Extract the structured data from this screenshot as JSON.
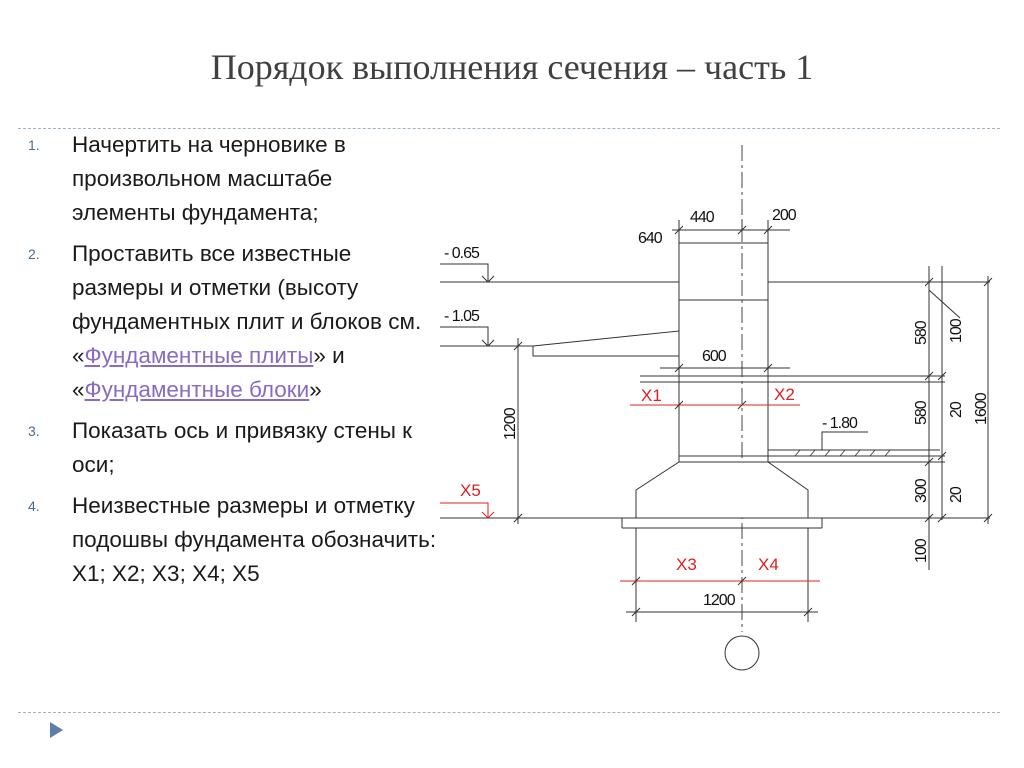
{
  "slide": {
    "title": "Порядок выполнения сечения – часть 1",
    "items": [
      {
        "num": "1.",
        "text": "Начертить  на черновике в произвольном масштабе элементы фундамента;"
      },
      {
        "num": "2.",
        "text_before": "Проставить все известные размеры и отметки (высоту фундаментных плит и блоков см. «",
        "link1": "Фундаментные плиты",
        "text_mid": "» и «",
        "link2": "Фундаментные блоки",
        "text_after": "»"
      },
      {
        "num": "3.",
        "text": "Показать ось и привязку стены к оси;"
      },
      {
        "num": "4.",
        "text": "Неизвестные размеры и отметку подошвы фундамента обозначить: X1; X2; X3; X4; X5"
      }
    ]
  },
  "drawing": {
    "dims": {
      "d440": "440",
      "d200": "200",
      "d640": "640",
      "lvl065": "- 0.65",
      "lvl105": "- 1.05",
      "d600": "600",
      "d1200_left": "1200",
      "lvl180": "- 1.80",
      "d580_top": "580",
      "d100_top": "100",
      "d580_mid": "580",
      "d20_mid": "20",
      "d1600": "1600",
      "d300": "300",
      "d20_low": "20",
      "d100_bottom": "100",
      "d1200_bottom": "1200"
    },
    "unknowns": {
      "x1": "X1",
      "x2": "X2",
      "x3": "X3",
      "x4": "X4",
      "x5": "X5"
    }
  }
}
